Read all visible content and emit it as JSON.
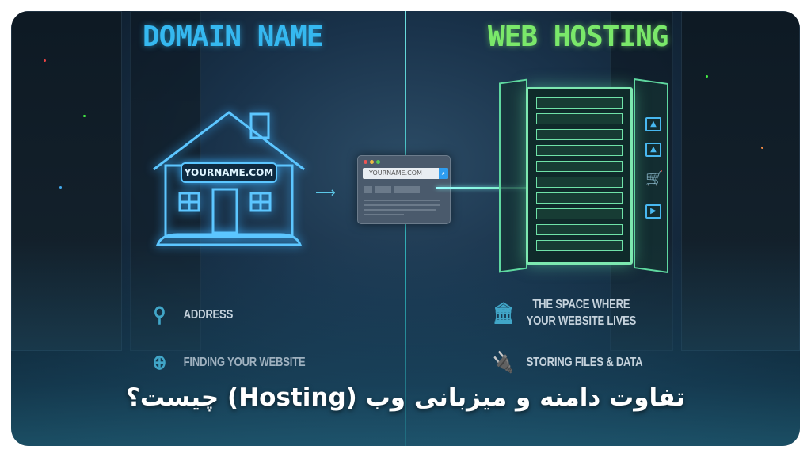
{
  "left_heading": "DOMAIN NAME",
  "right_heading": "WEB HOSTING",
  "house_label": "YOURNAME.COM",
  "browser_url": "YOURNAME.COM",
  "left_features": [
    {
      "icon": "search-icon",
      "label": "ADDRESS"
    },
    {
      "icon": "globe-icon",
      "label": "FINDING YOUR WEBSITE"
    }
  ],
  "right_features": [
    {
      "icon": "bank-icon",
      "label_line1": "THE SPACE WHERE",
      "label_line2": "YOUR WEBSITE LIVES"
    },
    {
      "icon": "plug-icon",
      "label": "STORING FILES & DATA"
    }
  ],
  "title": "تفاوت دامنه و میزبانی وب (Hosting) چیست؟",
  "colors": {
    "domain": "#35b8f0",
    "hosting": "#7ae86a",
    "background": "#0c1a28"
  }
}
